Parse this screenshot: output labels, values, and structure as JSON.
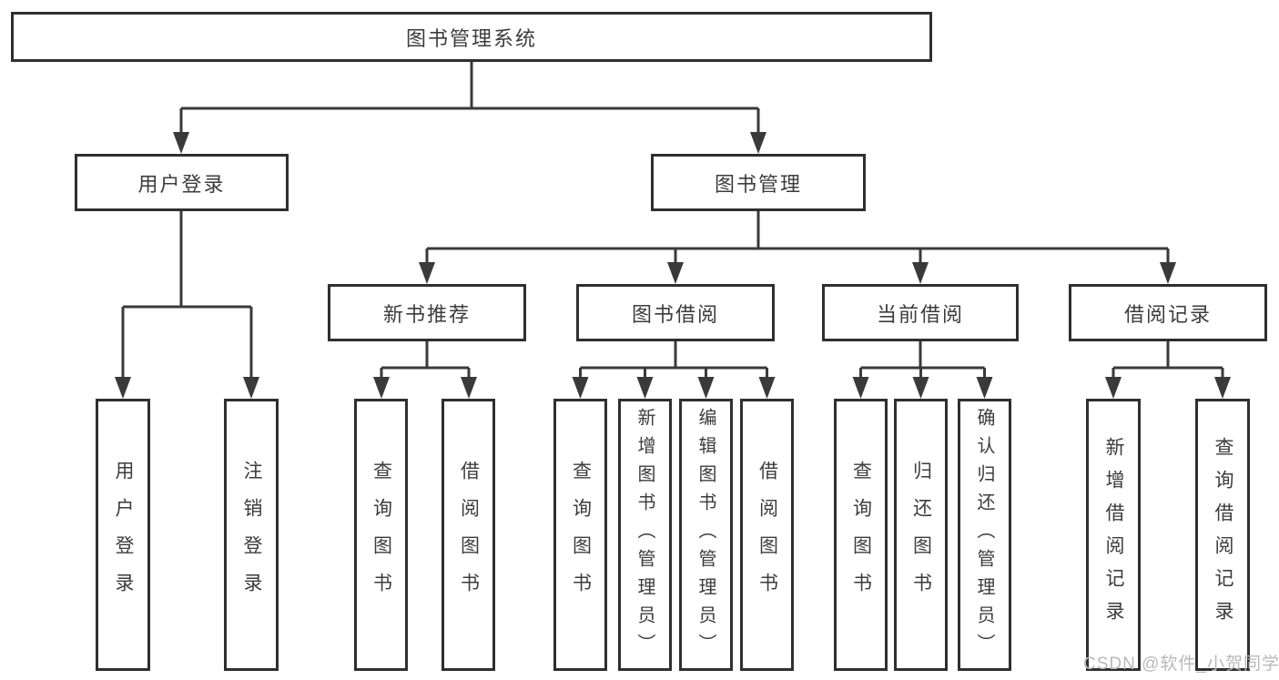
{
  "colors": {
    "line": "#3a3a3a",
    "border": "#2f2f2f",
    "text": "#3c3c3c",
    "watermark": "#b9b9b9",
    "bg": "#ffffff"
  },
  "watermark": {
    "text": "CSDN @软件_小贺同学"
  },
  "diagram": {
    "type": "hierarchy-tree",
    "root": {
      "label": "图书管理系统",
      "children": [
        {
          "label": "用户登录",
          "children": [
            {
              "label": "用户登录"
            },
            {
              "label": "注销登录"
            }
          ]
        },
        {
          "label": "图书管理",
          "children": [
            {
              "label": "新书推荐",
              "children": [
                {
                  "label": "查询图书"
                },
                {
                  "label": "借阅图书"
                }
              ]
            },
            {
              "label": "图书借阅",
              "children": [
                {
                  "label": "查询图书"
                },
                {
                  "label": "新增图书（管理员）"
                },
                {
                  "label": "编辑图书（管理员）"
                },
                {
                  "label": "借阅图书"
                }
              ]
            },
            {
              "label": "当前借阅",
              "children": [
                {
                  "label": "查询图书"
                },
                {
                  "label": "归还图书"
                },
                {
                  "label": "确认归还（管理员）"
                }
              ]
            },
            {
              "label": "借阅记录",
              "children": [
                {
                  "label": "新增借阅记录"
                },
                {
                  "label": "查询借阅记录"
                }
              ]
            }
          ]
        }
      ]
    }
  }
}
